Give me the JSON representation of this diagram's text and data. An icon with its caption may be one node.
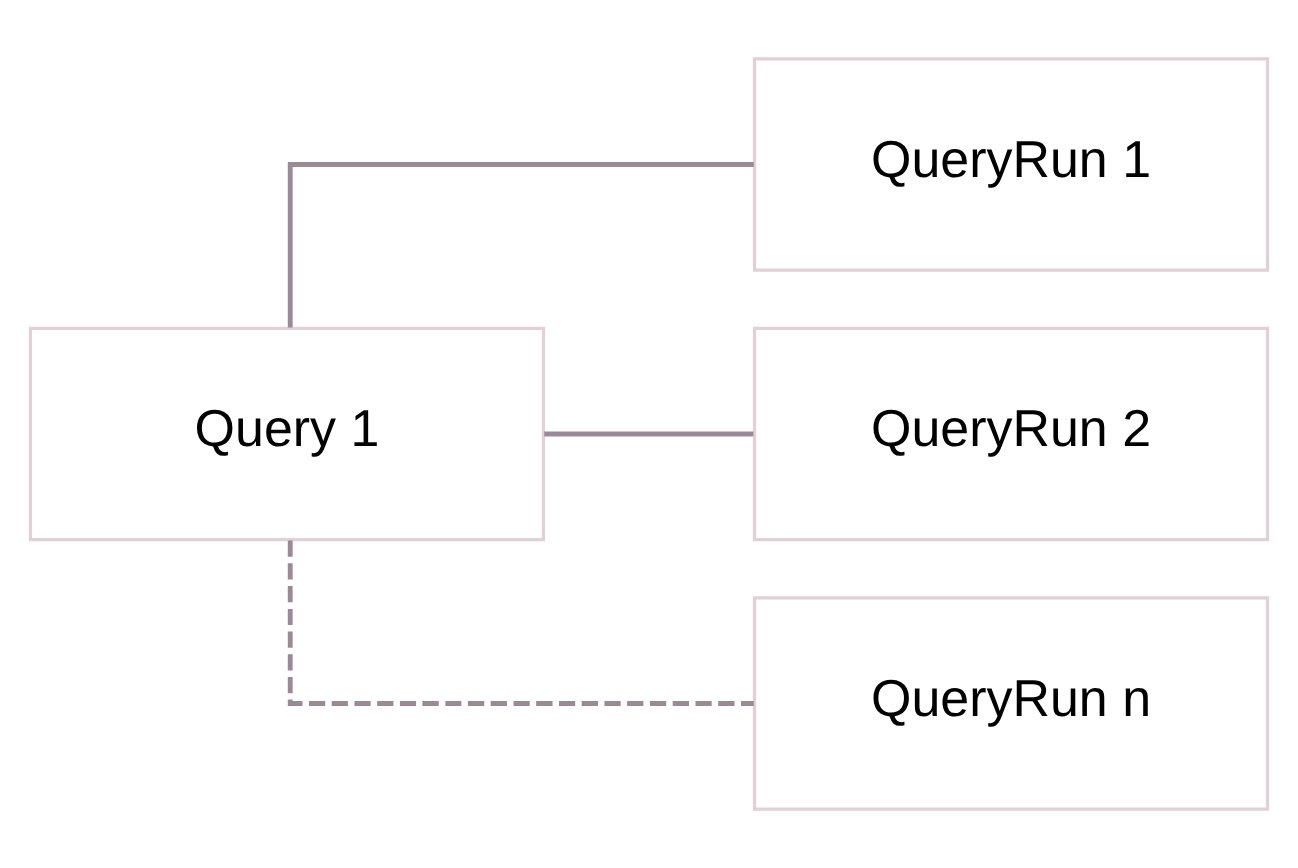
{
  "diagram": {
    "nodes": [
      {
        "text": [
          "Query 1"
        ]
      },
      {
        "text": [
          "QueryRun 1"
        ]
      },
      {
        "text": [
          "QueryRun 2"
        ]
      },
      {
        "text": [
          "QueryRun n"
        ]
      }
    ],
    "edges": [
      {
        "from": 0,
        "to": 1,
        "arrow": "none"
      },
      {
        "from": 0,
        "to": 2,
        "arrow": "none"
      },
      {
        "from": 0,
        "to": 3,
        "arrow": "none",
        "style": "dashed"
      }
    ]
  }
}
